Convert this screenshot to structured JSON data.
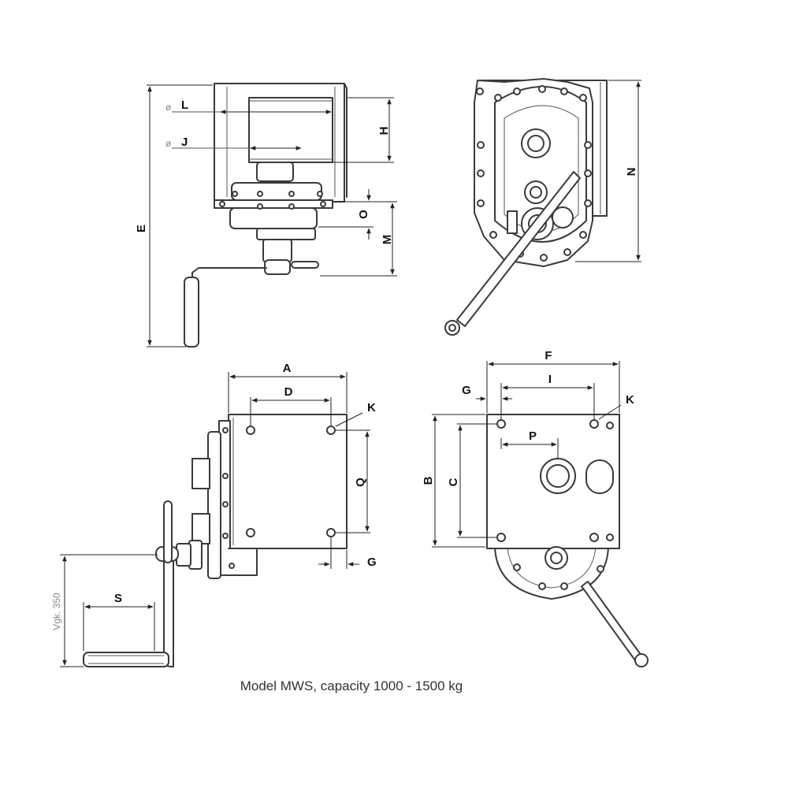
{
  "caption": "Model MWS, capacity 1000 - 1500 kg",
  "dimension_labels": {
    "L": "L",
    "J": "J",
    "H": "H",
    "E": "E",
    "O": "O",
    "M": "M",
    "N": "N",
    "A": "A",
    "D": "D",
    "K": "K",
    "Q": "Q",
    "G": "G",
    "S": "S",
    "F": "F",
    "I": "I",
    "P": "P",
    "B": "B",
    "C": "C"
  },
  "diameter_symbol": "ø",
  "handle_note": "Vgk. 350"
}
